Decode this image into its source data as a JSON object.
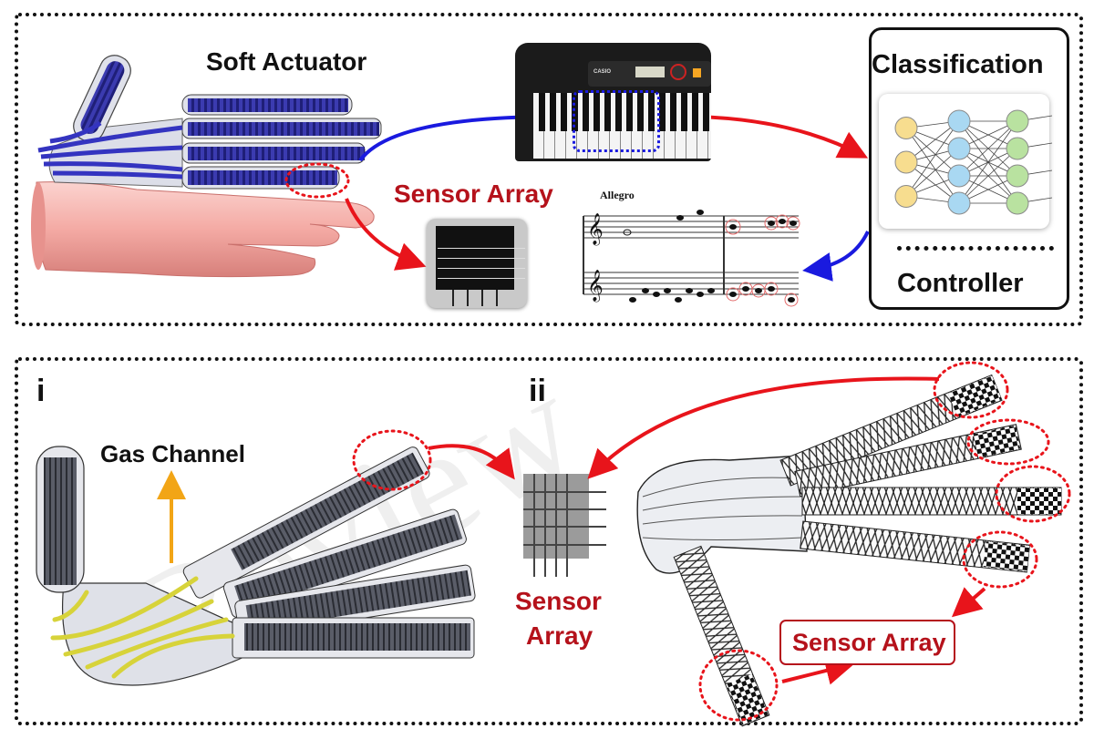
{
  "top_panel": {
    "soft_actuator_label": "Soft Actuator",
    "sensor_array_label": "Sensor Array",
    "keyboard_brand": "CASIO",
    "sheet_music_tempo": "Allegro",
    "classification_label": "Classification",
    "controller_label": "Controller",
    "neural_network": {
      "layers": [
        3,
        4,
        4
      ],
      "colors": [
        "#f7dd8f",
        "#a9d8f2",
        "#b9e2a0"
      ]
    }
  },
  "bottom_panel": {
    "panel_i_label": "i",
    "panel_ii_label": "ii",
    "gas_channel_label": "Gas Channel",
    "sensor_array_label_line1": "Sensor",
    "sensor_array_label_line2": "Array",
    "sensor_array_box_label": "Sensor Array",
    "watermark_text": "Review"
  },
  "colors": {
    "accent_red": "#e8141b",
    "label_red": "#b5121b",
    "arrow_blue": "#1a1adf",
    "actuator_blue": "#2a2a9e",
    "gas_arrow": "#f2a516",
    "gas_tube": "#d7d33a",
    "hand_skin": "#f2a9a4"
  }
}
